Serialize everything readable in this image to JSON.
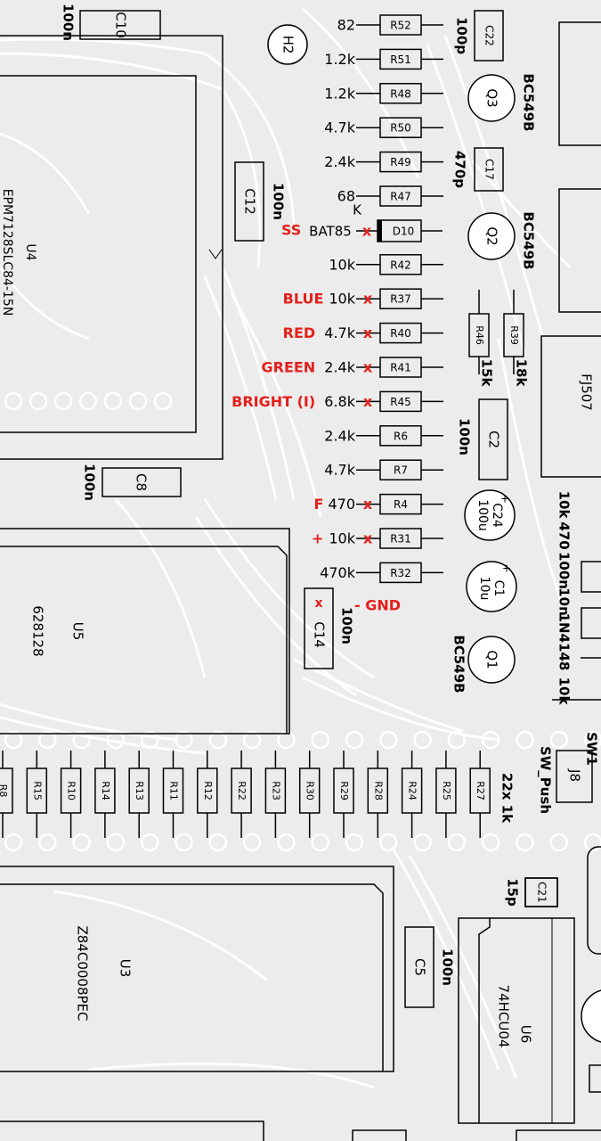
{
  "colors": {
    "background": "#ececec",
    "traces": "#ffffff",
    "outline": "#000000",
    "annotation": "#e3201b"
  },
  "components": {
    "c10": {
      "ref": "C10",
      "value": "100n"
    },
    "c22": {
      "ref": "C22",
      "value": "100p"
    },
    "h2": {
      "ref": "H2"
    },
    "c12": {
      "ref": "C12",
      "value": "100n"
    },
    "c17": {
      "ref": "C17",
      "value": "470p"
    },
    "u4": {
      "ref": "U4",
      "part": "EPM7128SLC84-15N"
    },
    "c8": {
      "ref": "C8",
      "value": "100n"
    },
    "q3": {
      "ref": "Q3",
      "part": "BC549B"
    },
    "q2": {
      "ref": "Q2",
      "part": "BC549B"
    },
    "q1": {
      "ref": "Q1",
      "part": "BC549B"
    },
    "d10": {
      "ref": "D10",
      "part": "BAT85",
      "pin_k": "K"
    },
    "r46": {
      "ref": "R46",
      "value": "15k"
    },
    "r39": {
      "ref": "R39",
      "value": "18k"
    },
    "c2": {
      "ref": "C2",
      "value": "100n"
    },
    "c24": {
      "ref": "C24",
      "value": "100u"
    },
    "c1": {
      "ref": "C1",
      "value": "10u"
    },
    "c14": {
      "ref": "C14",
      "value": "100n"
    },
    "u5": {
      "ref": "U5",
      "part": "628128"
    },
    "u3": {
      "ref": "U3",
      "part": "Z84C0008PEC"
    },
    "c5": {
      "ref": "C5",
      "value": "100n"
    },
    "c21": {
      "ref": "C21",
      "value": "15p"
    },
    "u6": {
      "ref": "U6",
      "part": "74HCU04"
    },
    "j8": {
      "ref": "J8",
      "part": "SW_Push"
    },
    "sw1": {
      "ref": "SW1"
    },
    "fuse_partial": "FJ507",
    "right_values": [
      "10k",
      "470",
      "100n",
      "10n",
      "1N4148",
      "10k"
    ],
    "bottom_res_note": "22x 1k"
  },
  "resistor_column": [
    {
      "ref": "R52",
      "value": "82"
    },
    {
      "ref": "R51",
      "value": "1.2k"
    },
    {
      "ref": "R48",
      "value": "1.2k"
    },
    {
      "ref": "R50",
      "value": "4.7k"
    },
    {
      "ref": "R49",
      "value": "2.4k"
    },
    {
      "ref": "R47",
      "value": "68"
    },
    {
      "ref": "R42",
      "value": "10k"
    },
    {
      "ref": "R37",
      "value": "10k",
      "note": "BLUE"
    },
    {
      "ref": "R40",
      "value": "4.7k",
      "note": "RED"
    },
    {
      "ref": "R41",
      "value": "2.4k",
      "note": "GREEN"
    },
    {
      "ref": "R45",
      "value": "6.8k",
      "note": "BRIGHT (I)"
    },
    {
      "ref": "R6",
      "value": "2.4k"
    },
    {
      "ref": "R7",
      "value": "4.7k"
    },
    {
      "ref": "R4",
      "value": "470",
      "note": "F"
    },
    {
      "ref": "R31",
      "value": "10k",
      "note": "+"
    },
    {
      "ref": "R32",
      "value": "470k"
    }
  ],
  "annotations": {
    "ss": "SS",
    "gnd": "- GND",
    "cross": "x"
  },
  "bottom_resistors": [
    "R8",
    "R15",
    "R10",
    "R14",
    "R13",
    "R11",
    "R12",
    "R22",
    "R23",
    "R30",
    "R29",
    "R28",
    "R24",
    "R25",
    "R27"
  ]
}
